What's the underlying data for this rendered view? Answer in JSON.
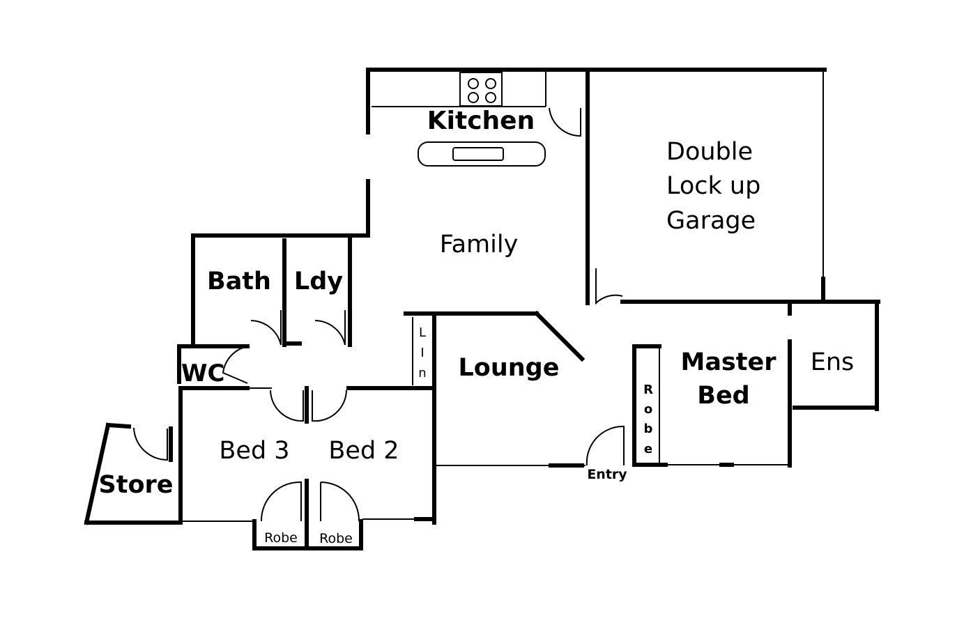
{
  "rooms": {
    "kitchen": "Kitchen",
    "garage_line1": "Double",
    "garage_line2": "Lock up",
    "garage_line3": "Garage",
    "family": "Family",
    "bath": "Bath",
    "laundry": "Ldy",
    "linen_1": "L",
    "linen_2": "I",
    "linen_3": "n",
    "wc": "WC",
    "lounge": "Lounge",
    "master_line1": "Master",
    "master_line2": "Bed",
    "ensuite": "Ens",
    "robe_master_1": "R",
    "robe_master_2": "o",
    "robe_master_3": "b",
    "robe_master_4": "e",
    "store": "Store",
    "bed3": "Bed 3",
    "bed2": "Bed 2",
    "robe_bed3": "Robe",
    "robe_bed2": "Robe",
    "entry": "Entry"
  }
}
